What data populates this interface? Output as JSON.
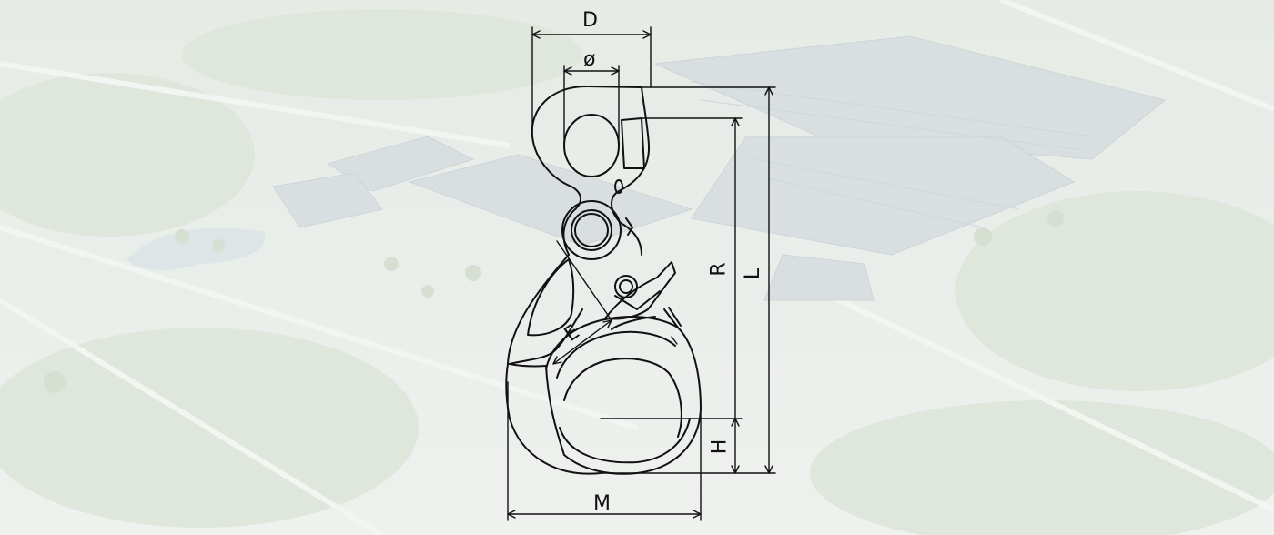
{
  "diagram": {
    "dimension_labels": {
      "D": "D",
      "diameter": "ø",
      "R": "R",
      "L": "L",
      "E": "E",
      "H": "H",
      "M": "M"
    },
    "colors": {
      "line": "#111111",
      "background_tint": "#e8ece8"
    },
    "background": "aerial-factory-photo-faded"
  }
}
